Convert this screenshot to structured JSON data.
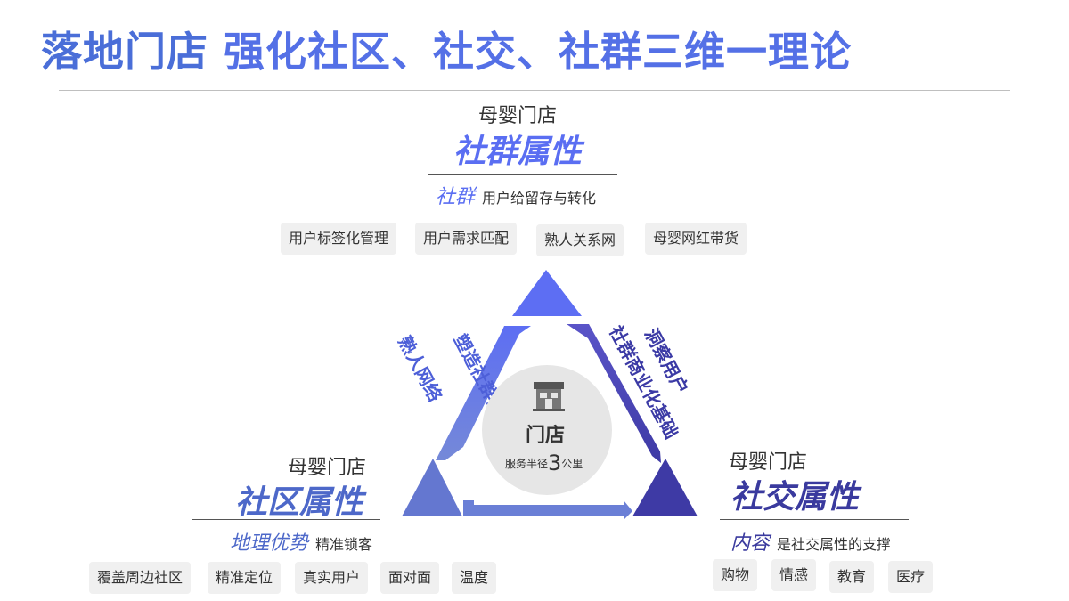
{
  "title": {
    "main": "落地门店",
    "sub": "强化社区、社交、社群三维一理论"
  },
  "top": {
    "name": "母婴门店",
    "attr": "社群属性",
    "keyword": "社群",
    "desc": "用户给留存与转化",
    "tags": [
      "用户标签化管理",
      "用户需求匹配",
      "熟人关系网",
      "母婴网红带货"
    ]
  },
  "left": {
    "name": "母婴门店",
    "attr": "社区属性",
    "keyword": "地理优势",
    "desc": "精准锁客",
    "tags": [
      "覆盖周边社区",
      "精准定位",
      "真实用户",
      "面对面",
      "温度"
    ]
  },
  "right": {
    "name": "母婴门店",
    "attr": "社交属性",
    "keyword": "内容",
    "desc": "是社交属性的支撑",
    "tags": [
      "购物",
      "情感",
      "教育",
      "医疗"
    ]
  },
  "edges": {
    "left_inner": "塑造社群独特价值",
    "left_outer": "熟人网络",
    "right_inner": "社群商业化基础",
    "right_outer": "洞察用户"
  },
  "center": {
    "name": "门店",
    "radius_prefix": "服务半径",
    "radius_value": "3",
    "radius_unit": "公里",
    "icon": "store-icon"
  },
  "colors": {
    "title": "#4a6ed8",
    "top_accent": "#5a6ef2",
    "left_accent": "#4d68c9",
    "right_accent": "#3a3a9e",
    "top_triangle": "#5d6ef3",
    "left_triangle": "#6477d0",
    "right_triangle": "#3e3aa5",
    "bottom_arrow": "#6a7fd6"
  }
}
